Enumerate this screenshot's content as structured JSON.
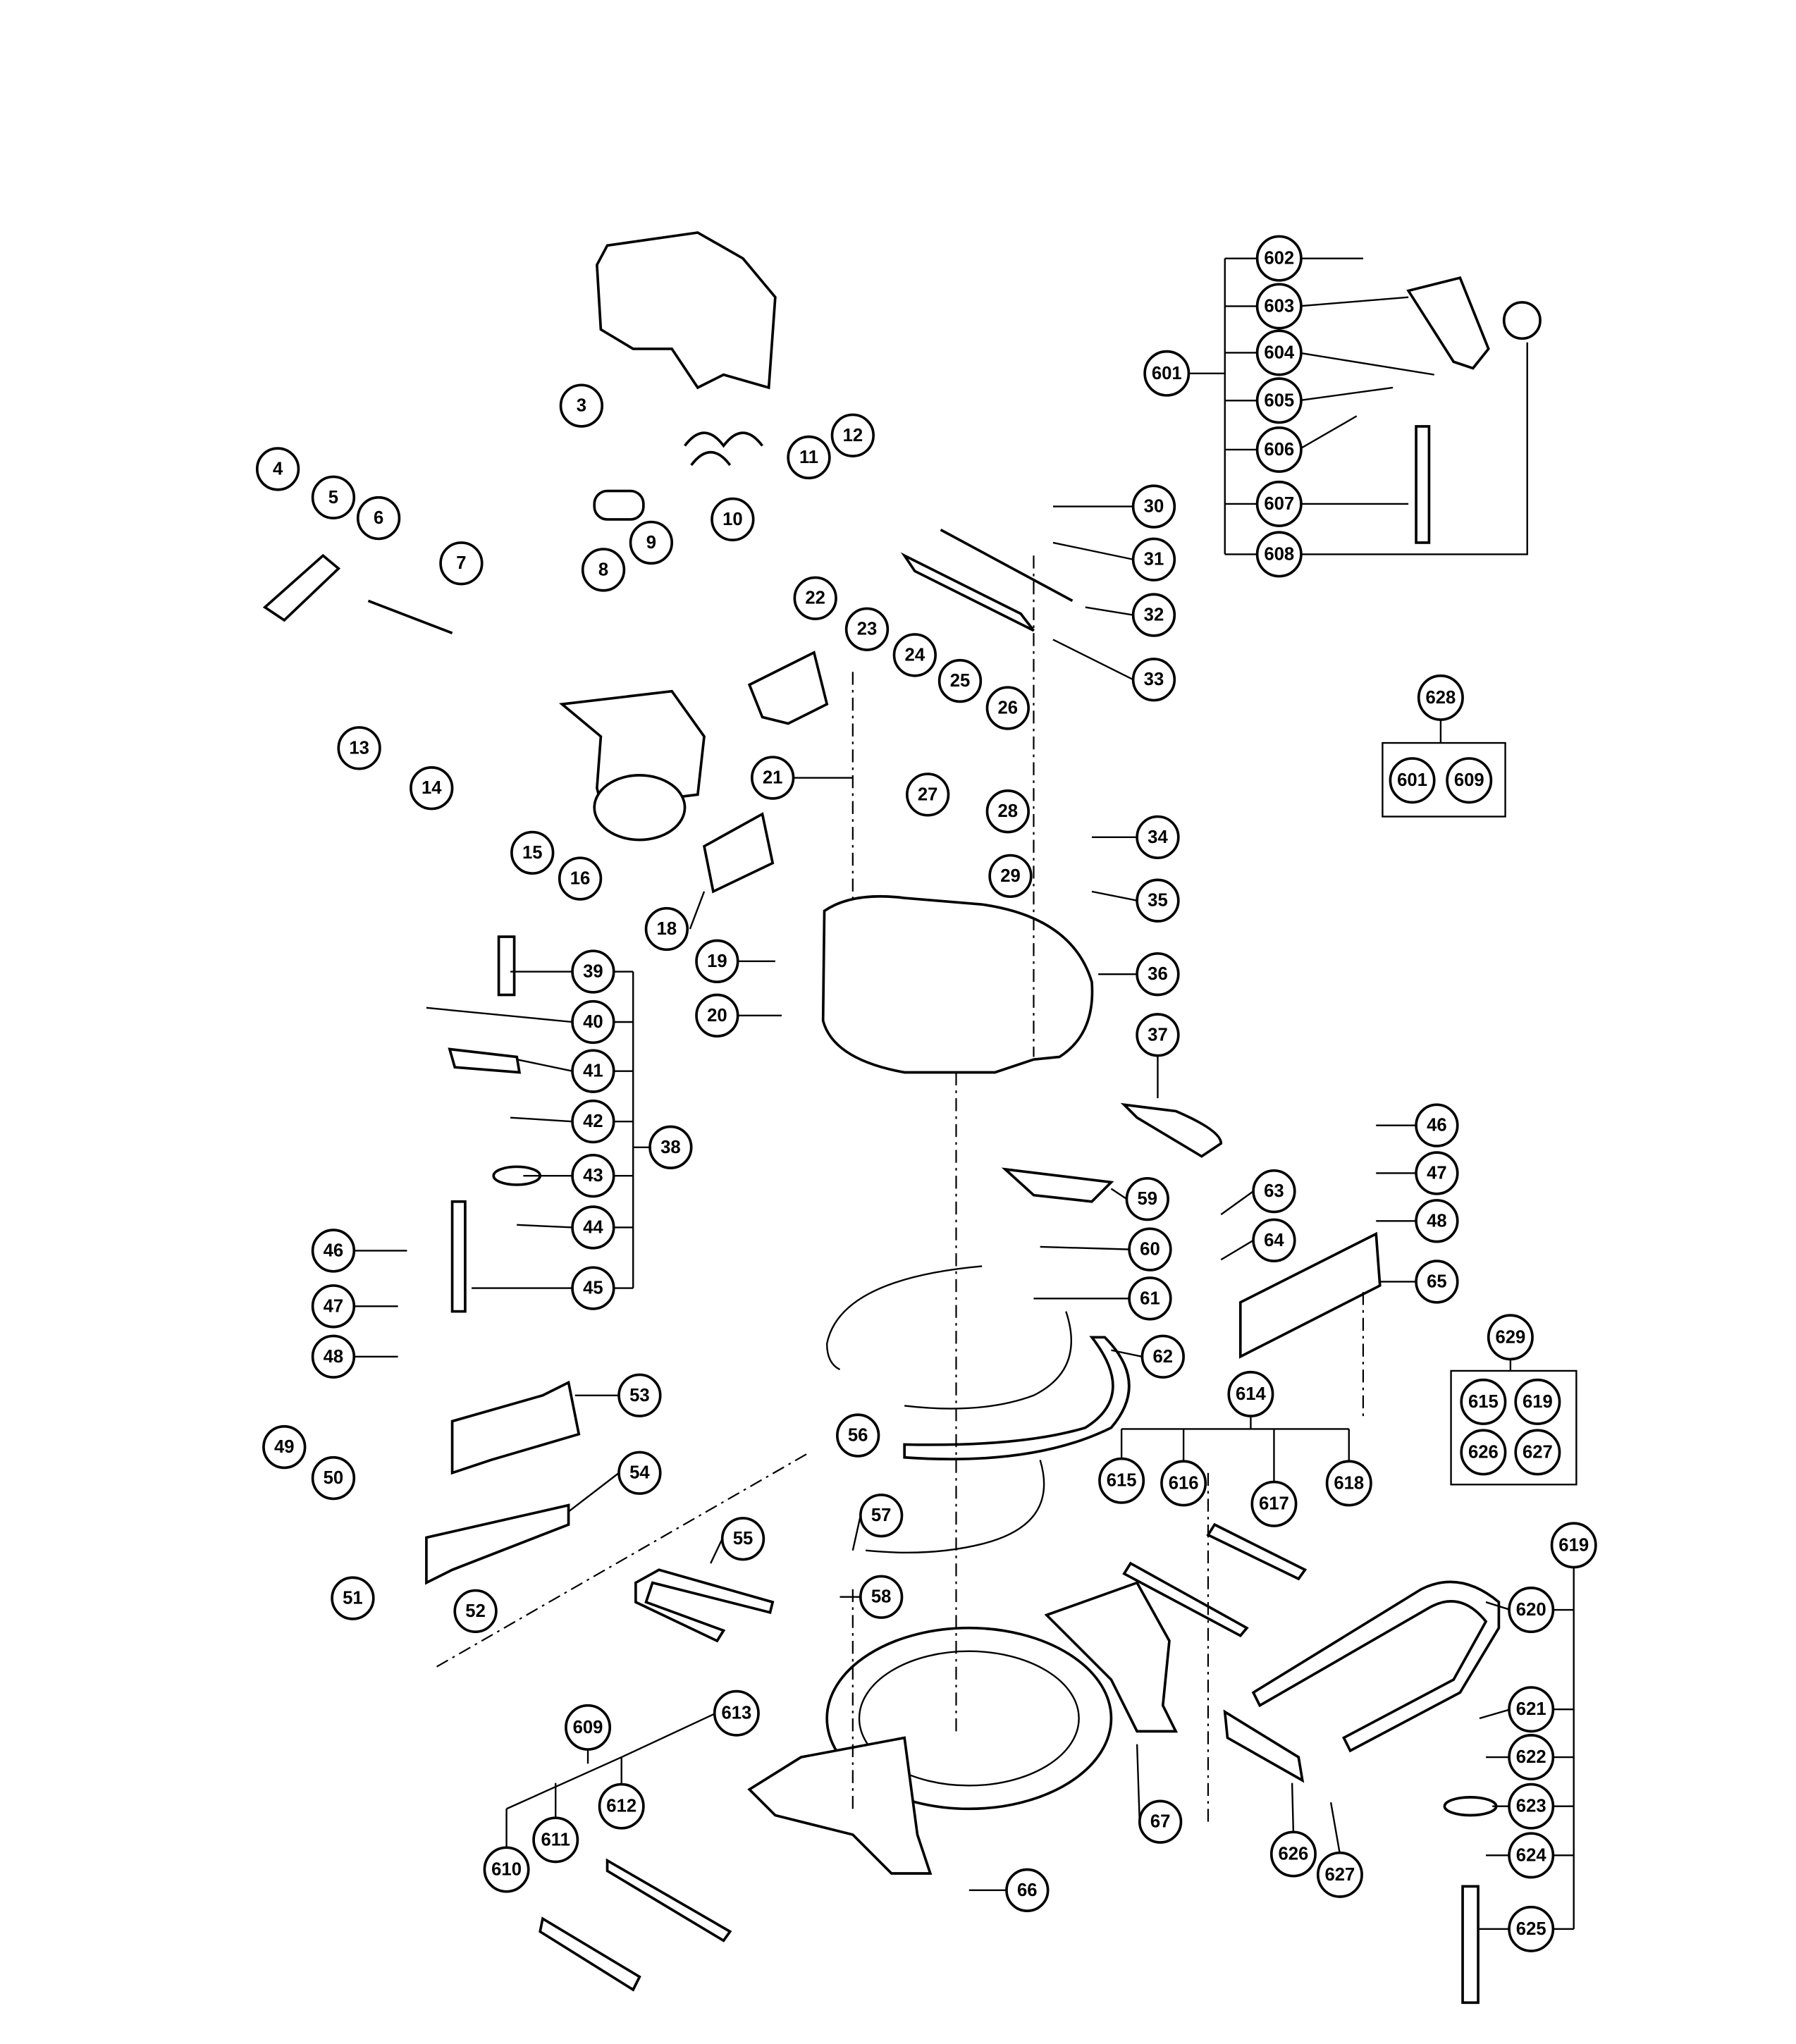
{
  "diagram": {
    "type": "exploded parts diagram",
    "callouts": [
      "602",
      "603",
      "604",
      "605",
      "606",
      "607",
      "608",
      "601",
      "3",
      "4",
      "5",
      "6",
      "7",
      "8",
      "9",
      "10",
      "11",
      "12",
      "30",
      "31",
      "32",
      "33",
      "628",
      "601",
      "609",
      "22",
      "23",
      "24",
      "25",
      "26",
      "13",
      "14",
      "15",
      "16",
      "18",
      "21",
      "27",
      "28",
      "29",
      "34",
      "35",
      "36",
      "37",
      "19",
      "20",
      "39",
      "40",
      "41",
      "42",
      "43",
      "44",
      "45",
      "38",
      "46",
      "47",
      "48",
      "59",
      "63",
      "64",
      "60",
      "61",
      "65",
      "62",
      "46",
      "47",
      "48",
      "53",
      "49",
      "50",
      "54",
      "56",
      "614",
      "629",
      "615",
      "619",
      "626",
      "627",
      "57",
      "55",
      "58",
      "51",
      "52",
      "615",
      "616",
      "617",
      "618",
      "619",
      "620",
      "621",
      "622",
      "623",
      "624",
      "625",
      "613",
      "609",
      "612",
      "611",
      "610",
      "67",
      "626",
      "627",
      "66"
    ]
  }
}
